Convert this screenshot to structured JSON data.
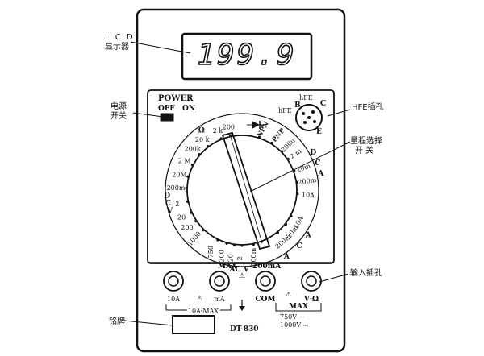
{
  "callouts": {
    "lcd_line1": "L C D",
    "lcd_line2": "显示器",
    "power_line1": "电源",
    "power_line2": "开关",
    "hfe_jack": "HFE插孔",
    "range_line1": "量程选择",
    "range_line2": "开  关",
    "input_jack": "输入插孔",
    "nameplate": "铭牌"
  },
  "display": {
    "reading": "199.9"
  },
  "power": {
    "title": "POWER",
    "off": "OFF",
    "on": "ON"
  },
  "hfe": {
    "label": "hFE",
    "pins": [
      "B",
      "C",
      "E"
    ]
  },
  "dial": {
    "ohm_sym": "Ω",
    "ohm_ranges": [
      "200",
      "2 k",
      "20 k",
      "200k",
      "2 M",
      "20M"
    ],
    "dcv_letters": [
      "D",
      "C",
      "V"
    ],
    "dcv_ranges": [
      "200m",
      "2",
      "20",
      "200",
      "1000"
    ],
    "acv_ranges": [
      "750",
      "200",
      "20",
      "2",
      "200m"
    ],
    "acv_label": "AC   V",
    "aca_ranges": [
      "200m",
      "20m",
      "10A"
    ],
    "aca_letters": [
      "A",
      "C",
      "A"
    ],
    "dca_ranges": [
      "200μ",
      "2 m",
      "20m",
      "200m",
      "10A"
    ],
    "dca_letters": [
      "D",
      "C",
      "A"
    ],
    "transistor": [
      "NPN",
      "PNP"
    ]
  },
  "jacks": {
    "labels_top": {
      "max_left": "MAX",
      "warn": "⚠",
      "max_right": "200mA"
    },
    "labels_bottom": [
      "10A",
      "mA",
      "COM",
      "V·Ω"
    ],
    "bottom_left": "10A·MAX",
    "bottom_max": "MAX",
    "limits": [
      "750V ~",
      "1000V ⎓"
    ]
  },
  "model": "DT-830"
}
